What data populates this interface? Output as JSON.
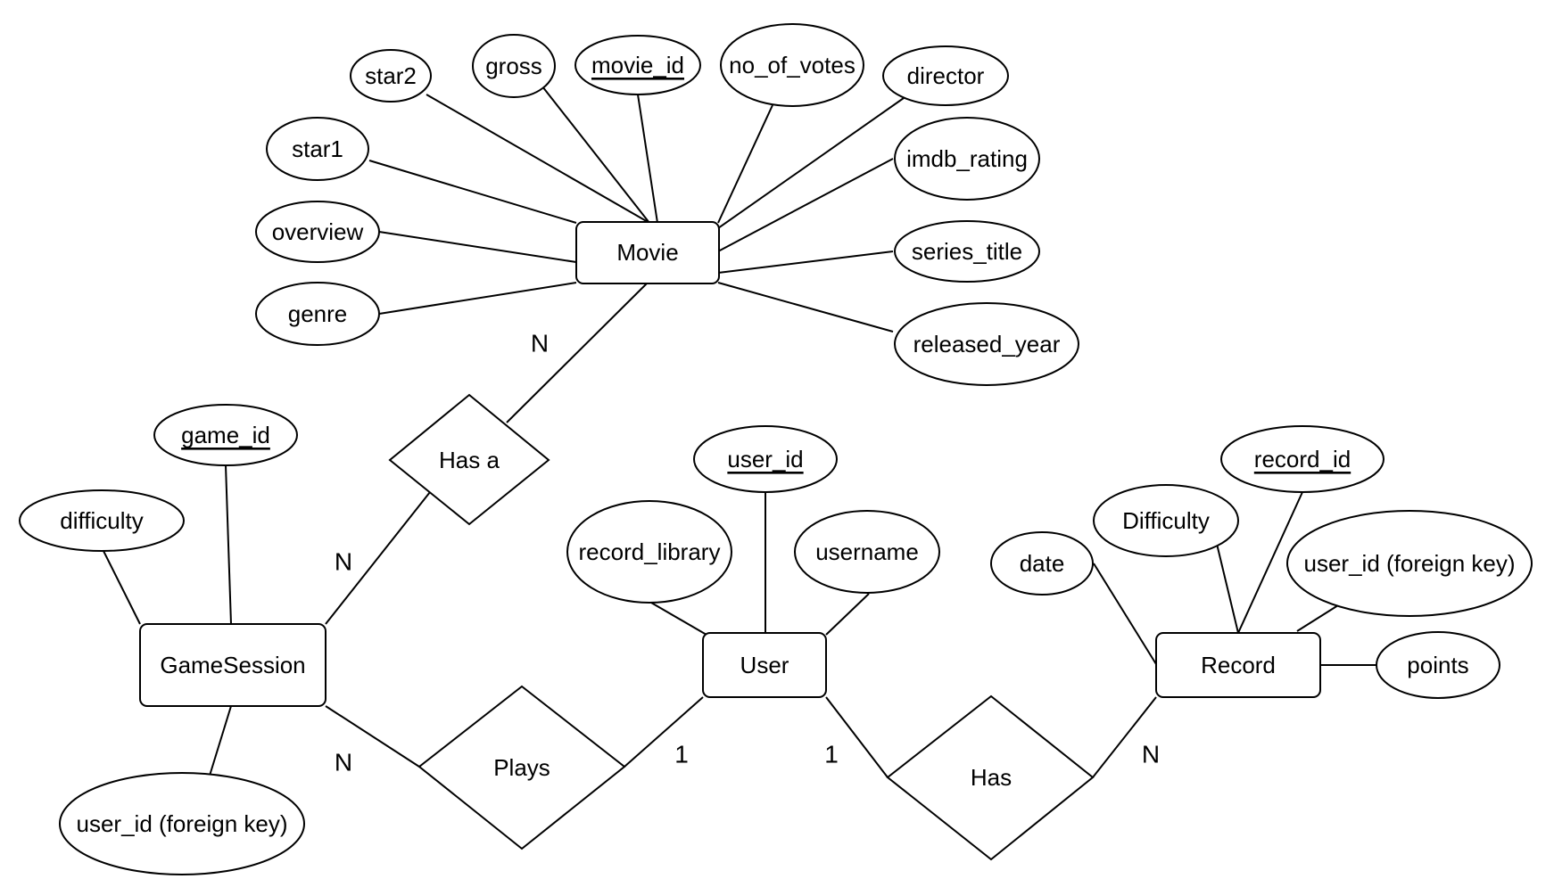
{
  "entities": {
    "movie": "Movie",
    "game_session": "GameSession",
    "user": "User",
    "record": "Record"
  },
  "relationships": {
    "has_a": "Has a",
    "plays": "Plays",
    "has": "Has"
  },
  "movie_attributes": {
    "star2": "star2",
    "gross": "gross",
    "movie_id": "movie_id",
    "no_of_votes": "no_of_votes",
    "director": "director",
    "star1": "star1",
    "imdb_rating": "imdb_rating",
    "overview": "overview",
    "series_title": "series_title",
    "genre": "genre",
    "released_year": "released_year"
  },
  "game_session_attributes": {
    "game_id": "game_id",
    "difficulty": "difficulty",
    "user_id_fk": "user_id (foreign key)"
  },
  "user_attributes": {
    "user_id": "user_id",
    "record_library": "record_library",
    "username": "username"
  },
  "record_attributes": {
    "record_id": "record_id",
    "difficulty": "Difficulty",
    "date": "date",
    "user_id_fk": "user_id (foreign key)",
    "points": "points"
  },
  "cardinalities": {
    "movie_has_a": "N",
    "game_session_has_a": "N",
    "game_session_plays": "N",
    "user_plays": "1",
    "user_has": "1",
    "record_has": "N"
  },
  "primary_keys": [
    "movie_id",
    "game_id",
    "user_id",
    "record_id"
  ]
}
